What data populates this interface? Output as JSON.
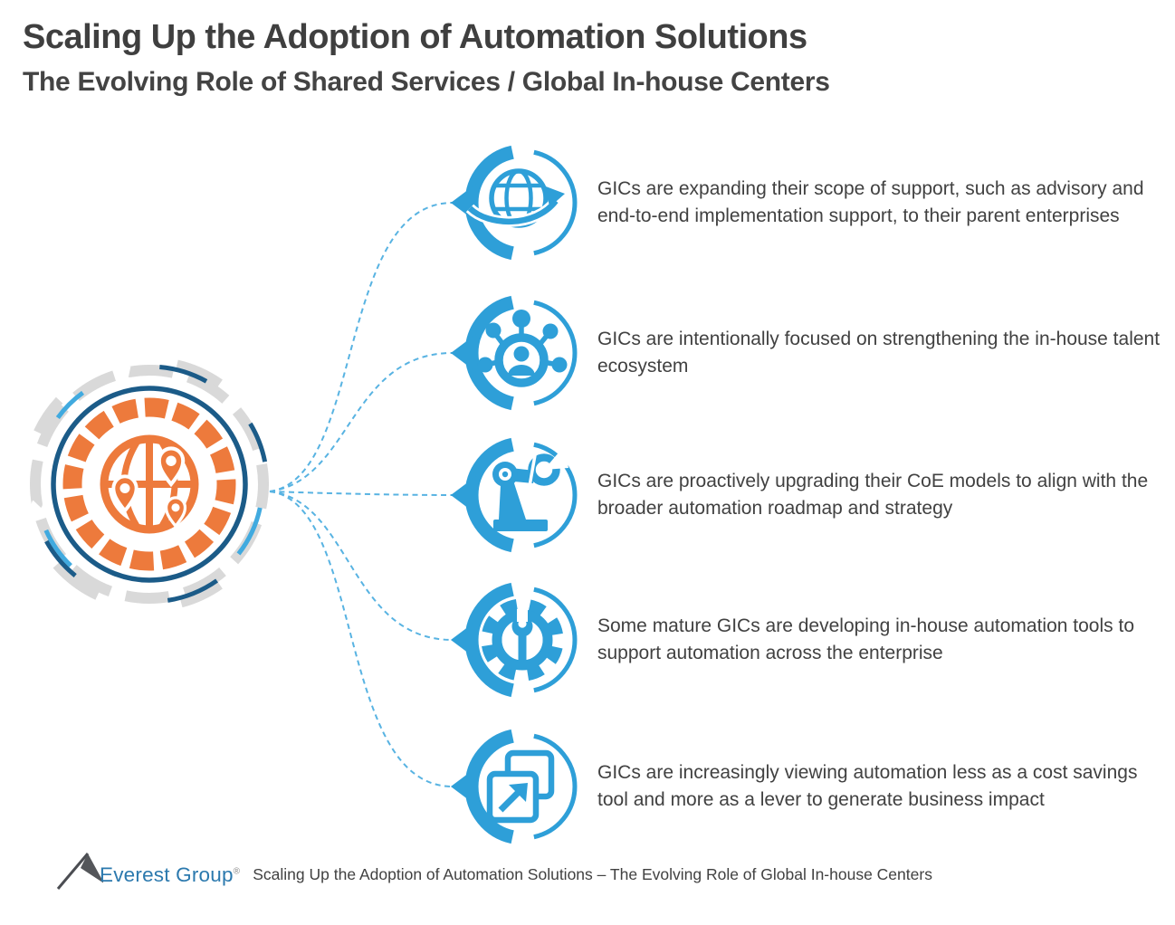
{
  "header": {
    "title": "Scaling Up the Adoption of Automation Solutions",
    "subtitle": "The Evolving Role of Shared Services / Global In-house Centers"
  },
  "hub": {
    "icon": "globe-locations-icon",
    "description": "Central globe with location pins surrounded by segmented rings"
  },
  "items": [
    {
      "icon": "globe-arrow-icon",
      "text": "GICs are expanding their scope of support, such as advisory and end-to-end implementation support, to their parent enterprises"
    },
    {
      "icon": "talent-network-icon",
      "text": "GICs are intentionally focused on strengthening the in-house talent ecosystem"
    },
    {
      "icon": "robot-arm-icon",
      "text": "GICs are proactively upgrading their CoE models to align with the broader automation roadmap and strategy"
    },
    {
      "icon": "gear-wrench-icon",
      "text": "Some mature GICs are developing in-house automation tools to support automation across the enterprise"
    },
    {
      "icon": "copy-arrow-icon",
      "text": "GICs are increasingly viewing automation less as a cost savings tool and more as a lever to generate business impact"
    }
  ],
  "footer": {
    "logo_text": "Everest Group",
    "registered_mark": "®",
    "caption": "Scaling Up the Adoption of Automation Solutions – The Evolving Role of Global In-house Centers"
  },
  "colors": {
    "icon_blue": "#2E9FD8",
    "connector_blue": "#58B3E2",
    "hub_orange": "#ED7A3C",
    "hub_navy": "#1B5B88",
    "hub_light_blue": "#41AADF",
    "hub_gray": "#D9D9D9",
    "text_dark": "#414141",
    "logo_blue": "#2B79AE"
  }
}
